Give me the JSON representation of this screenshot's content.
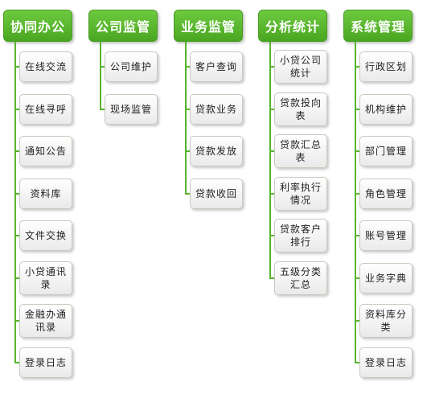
{
  "columns": [
    {
      "title": "协同办公",
      "items": [
        "在线交流",
        "在线寻呼",
        "通知公告",
        "资料库",
        "文件交换",
        "小贷通讯录",
        "金融办通讯录",
        "登录日志"
      ]
    },
    {
      "title": "公司监管",
      "items": [
        "公司维护",
        "现场监管"
      ]
    },
    {
      "title": "业务监管",
      "items": [
        "客户查询",
        "贷款业务",
        "贷款发放",
        "贷款收回"
      ]
    },
    {
      "title": "分析统计",
      "items": [
        "小贷公司统计",
        "贷款投向表",
        "贷款汇总表",
        "利率执行情况",
        "贷款客户排行",
        "五级分类汇总"
      ]
    },
    {
      "title": "系统管理",
      "items": [
        "行政区划",
        "机构维护",
        "部门管理",
        "角色管理",
        "账号管理",
        "业务字典",
        "资料库分类",
        "登录日志"
      ]
    }
  ],
  "colors": {
    "header": "#57b42c",
    "connector": "#57b42c",
    "node_border": "#c5ccbd"
  }
}
